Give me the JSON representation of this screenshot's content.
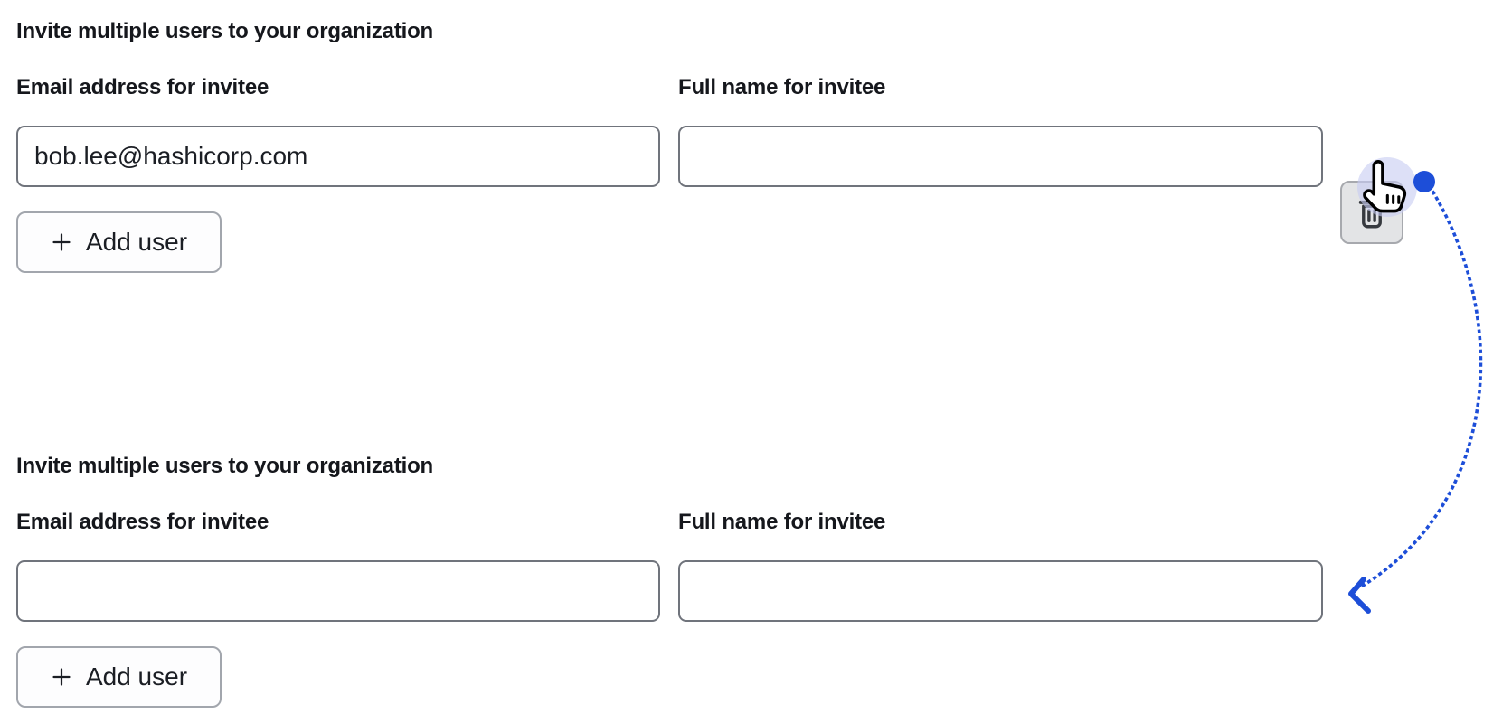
{
  "colors": {
    "accent_blue": "#1d4ed8",
    "cursor_halo": "#c7cbf1",
    "input_border": "#70747c",
    "button_border": "#a2a6ad",
    "delete_button_bg": "#e3e4e6",
    "icon_dark": "#36393f",
    "text": "#15171c"
  },
  "sections": [
    {
      "heading": "Invite multiple users to your organization",
      "fields": [
        {
          "label": "Email address for invitee",
          "value": "bob.lee@hashicorp.com"
        },
        {
          "label": "Full name for invitee",
          "value": ""
        }
      ],
      "delete_button": {
        "icon": "trash-icon"
      },
      "add_user": {
        "icon": "plus-icon",
        "label": "Add user"
      }
    },
    {
      "heading": "Invite multiple users to your organization",
      "fields": [
        {
          "label": "Email address for invitee",
          "value": ""
        },
        {
          "label": "Full name for invitee",
          "value": ""
        }
      ],
      "add_user": {
        "icon": "plus-icon",
        "label": "Add user"
      }
    }
  ],
  "annotation": {
    "cursor_icon": "pointer-hand-cursor-icon",
    "arrow_icon": "dotted-flow-arrow",
    "arrow_from": "delete-row-button",
    "arrow_to": "second-form-fields-row"
  }
}
